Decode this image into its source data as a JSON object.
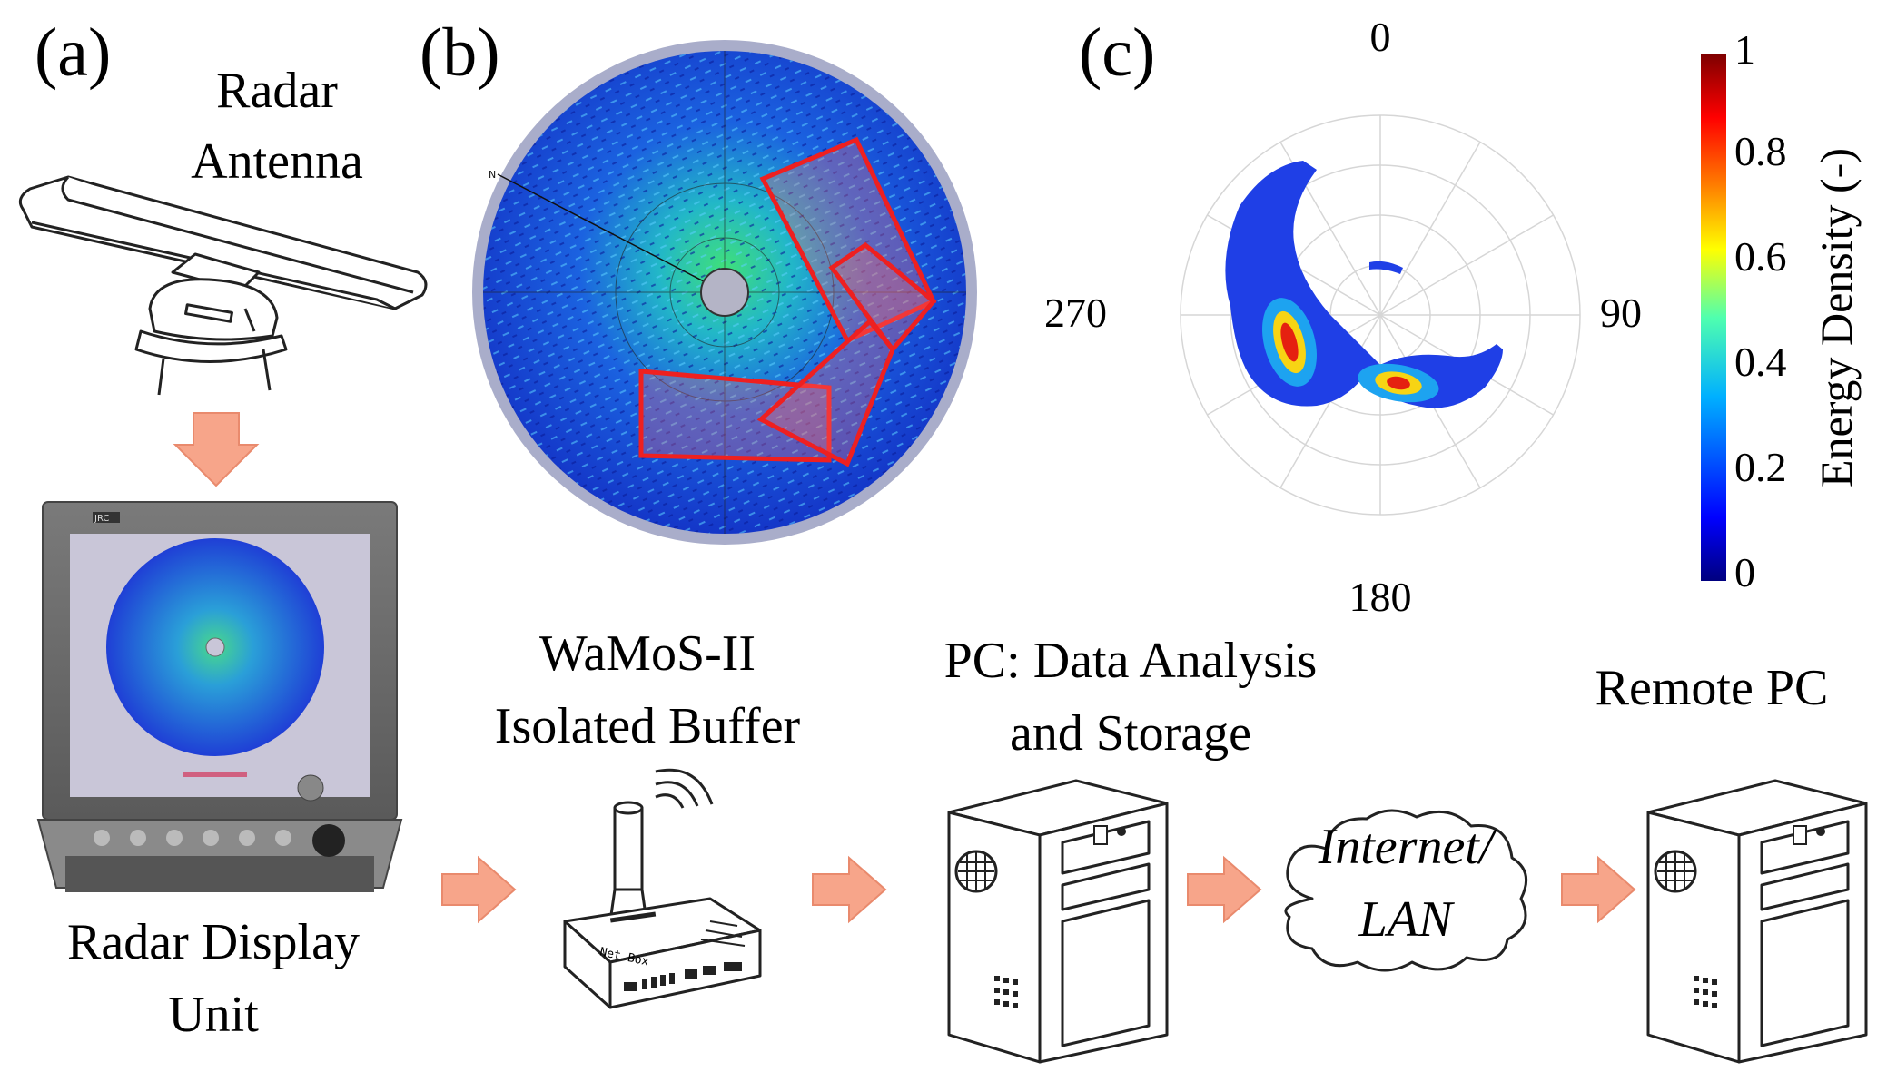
{
  "panels": {
    "a": "(a)",
    "b": "(b)",
    "c": "(c)"
  },
  "labels": {
    "radar_antenna_1": "Radar",
    "radar_antenna_2": "Antenna",
    "display_1": "Radar Display",
    "display_2": "Unit",
    "buffer_1": "WaMoS-II",
    "buffer_2": "Isolated Buffer",
    "netbox": "Net Box",
    "pc_1": "PC: Data Analysis",
    "pc_2": "and Storage",
    "cloud_1": "Internet/",
    "cloud_2": "LAN",
    "remote": "Remote PC",
    "monitor_brand": "JRC",
    "radar_north": "N"
  },
  "polar": {
    "angle_labels": [
      "0",
      "90",
      "180",
      "270"
    ]
  },
  "colorbar": {
    "label": "Energy Density (-)",
    "ticks": [
      "0",
      "0.2",
      "0.4",
      "0.6",
      "0.8",
      "1"
    ],
    "colors": [
      "#00007f",
      "#0000ff",
      "#00b0ff",
      "#4fffaf",
      "#ffff00",
      "#ff7f00",
      "#ff0000",
      "#7f0000"
    ]
  }
}
